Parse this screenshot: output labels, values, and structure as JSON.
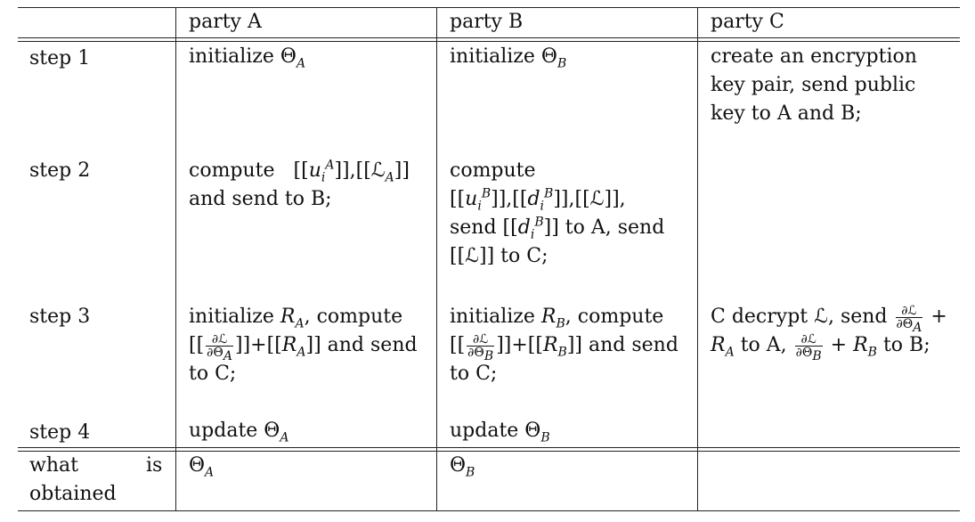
{
  "header": {
    "blank": "",
    "party_a": "party A",
    "party_b": "party B",
    "party_c": "party C"
  },
  "rows": [
    {
      "label": "step 1",
      "a": "initialize ΘA",
      "b": "initialize ΘB",
      "c": "create an encryption key pair, send public key to A and B;"
    },
    {
      "label": "step 2",
      "a": "compute [[uiA]],[[ℒA]] and send to B;",
      "b": "compute [[uiB]],[[diB]],[[ℒ]], send [[diB]] to A, send [[ℒ]] to C;",
      "c": ""
    },
    {
      "label": "step 3",
      "a": "initialize RA, compute [[∂ℒ/∂ΘA]]+[[RA]] and send to C;",
      "b": "initialize RB, compute [[∂ℒ/∂ΘB]]+[[RB]] and send to C;",
      "c": "C decrypt ℒ, send ∂ℒ/∂ΘA + RA to A, ∂ℒ/∂ΘB + RB to B;"
    },
    {
      "label": "step 4",
      "a": "update ΘA",
      "b": "update ΘB",
      "c": ""
    }
  ],
  "footer": {
    "label_word1": "what",
    "label_word2": "is",
    "label_word3": "obtained",
    "a": "ΘA",
    "b": "ΘB",
    "c": ""
  }
}
